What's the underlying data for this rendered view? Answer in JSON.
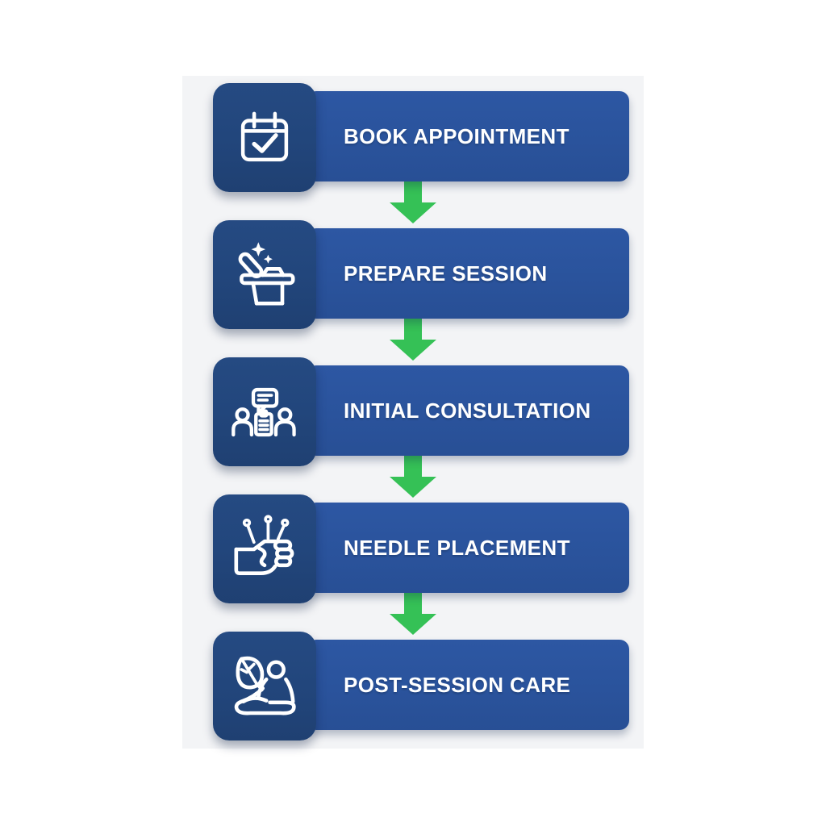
{
  "page": {
    "background": "#ffffff"
  },
  "card": {
    "background": "#f3f4f6"
  },
  "colors": {
    "icon_tile_blue": "#22467c",
    "bar_blue": "#2a539c",
    "arrow_green": "#35c156",
    "label_text": "#ffffff"
  },
  "steps": [
    {
      "label": "BOOK APPOINTMENT",
      "icon": "calendar-check-icon"
    },
    {
      "label": "PREPARE SESSION",
      "icon": "massage-table-icon"
    },
    {
      "label": "INITIAL CONSULTATION",
      "icon": "consultation-people-icon"
    },
    {
      "label": "NEEDLE PLACEMENT",
      "icon": "hand-needles-icon"
    },
    {
      "label": "POST-SESSION CARE",
      "icon": "meditation-leaf-icon"
    }
  ],
  "connectors": {
    "shape": "down-arrow",
    "count": 4
  }
}
